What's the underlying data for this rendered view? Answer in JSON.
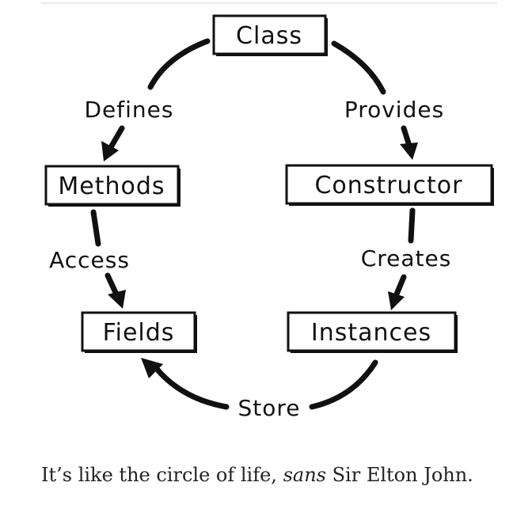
{
  "diagram": {
    "nodes": {
      "class": "Class",
      "methods": "Methods",
      "constructor": "Constructor",
      "fields": "Fields",
      "instances": "Instances"
    },
    "edges": {
      "defines": "Defines",
      "provides": "Provides",
      "access": "Access",
      "creates": "Creates",
      "store": "Store"
    }
  },
  "caption": {
    "before": "It’s like the circle of life, ",
    "emphasis": "sans",
    "after": " Sir Elton John."
  }
}
